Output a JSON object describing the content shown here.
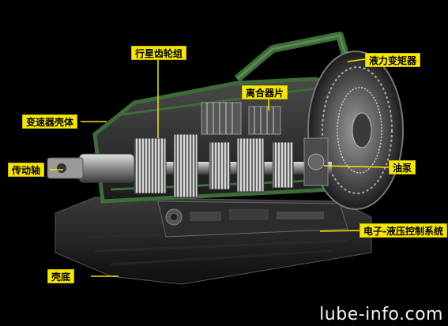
{
  "labels": {
    "planetary_gear_set": "行星齿轮组",
    "torque_converter": "液力变矩器",
    "clutch_pack": "离合器片",
    "transmission_housing": "变速器壳体",
    "drive_shaft": "传动轴",
    "oil_pump": "油泵",
    "electro_hydraulic_control": "电子-液压控制系统",
    "oil_pan": "壳底"
  },
  "watermark": "lube-info.com",
  "colors": {
    "label_bg": "#f6e600",
    "label_text": "#000000",
    "leader_line": "#f6e600",
    "background": "#000000",
    "housing_green": "#3f6b3a"
  }
}
